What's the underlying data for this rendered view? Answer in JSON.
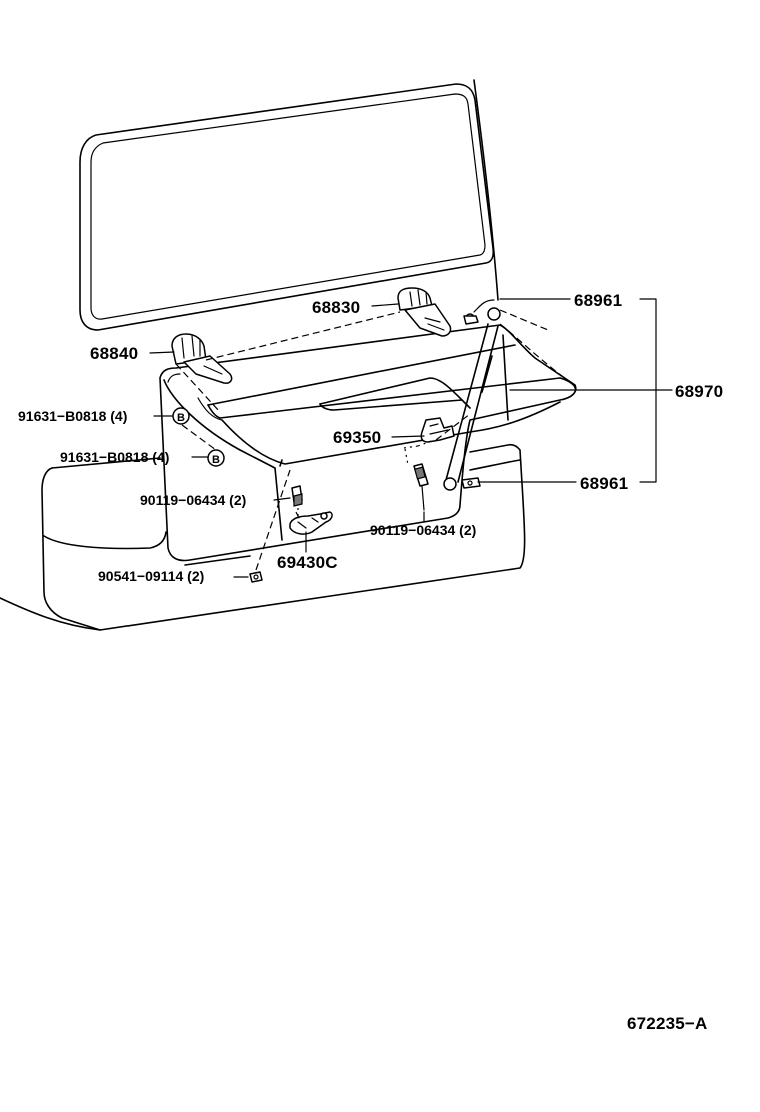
{
  "diagram": {
    "labels": {
      "p68830": "68830",
      "p68840": "68840",
      "p68961_top": "68961",
      "p68970": "68970",
      "p68961_bottom": "68961",
      "p91631_a": "91631−B0818 (4)",
      "p91631_b": "91631−B0818 (4)",
      "p69350": "69350",
      "p90119_left": "90119−06434 (2)",
      "p90119_right": "90119−06434 (2)",
      "p69430c": "69430C",
      "p90541": "90541−09114 (2)",
      "marker_b1": "B",
      "marker_b2": "B"
    },
    "figure_code": "672235−A"
  }
}
